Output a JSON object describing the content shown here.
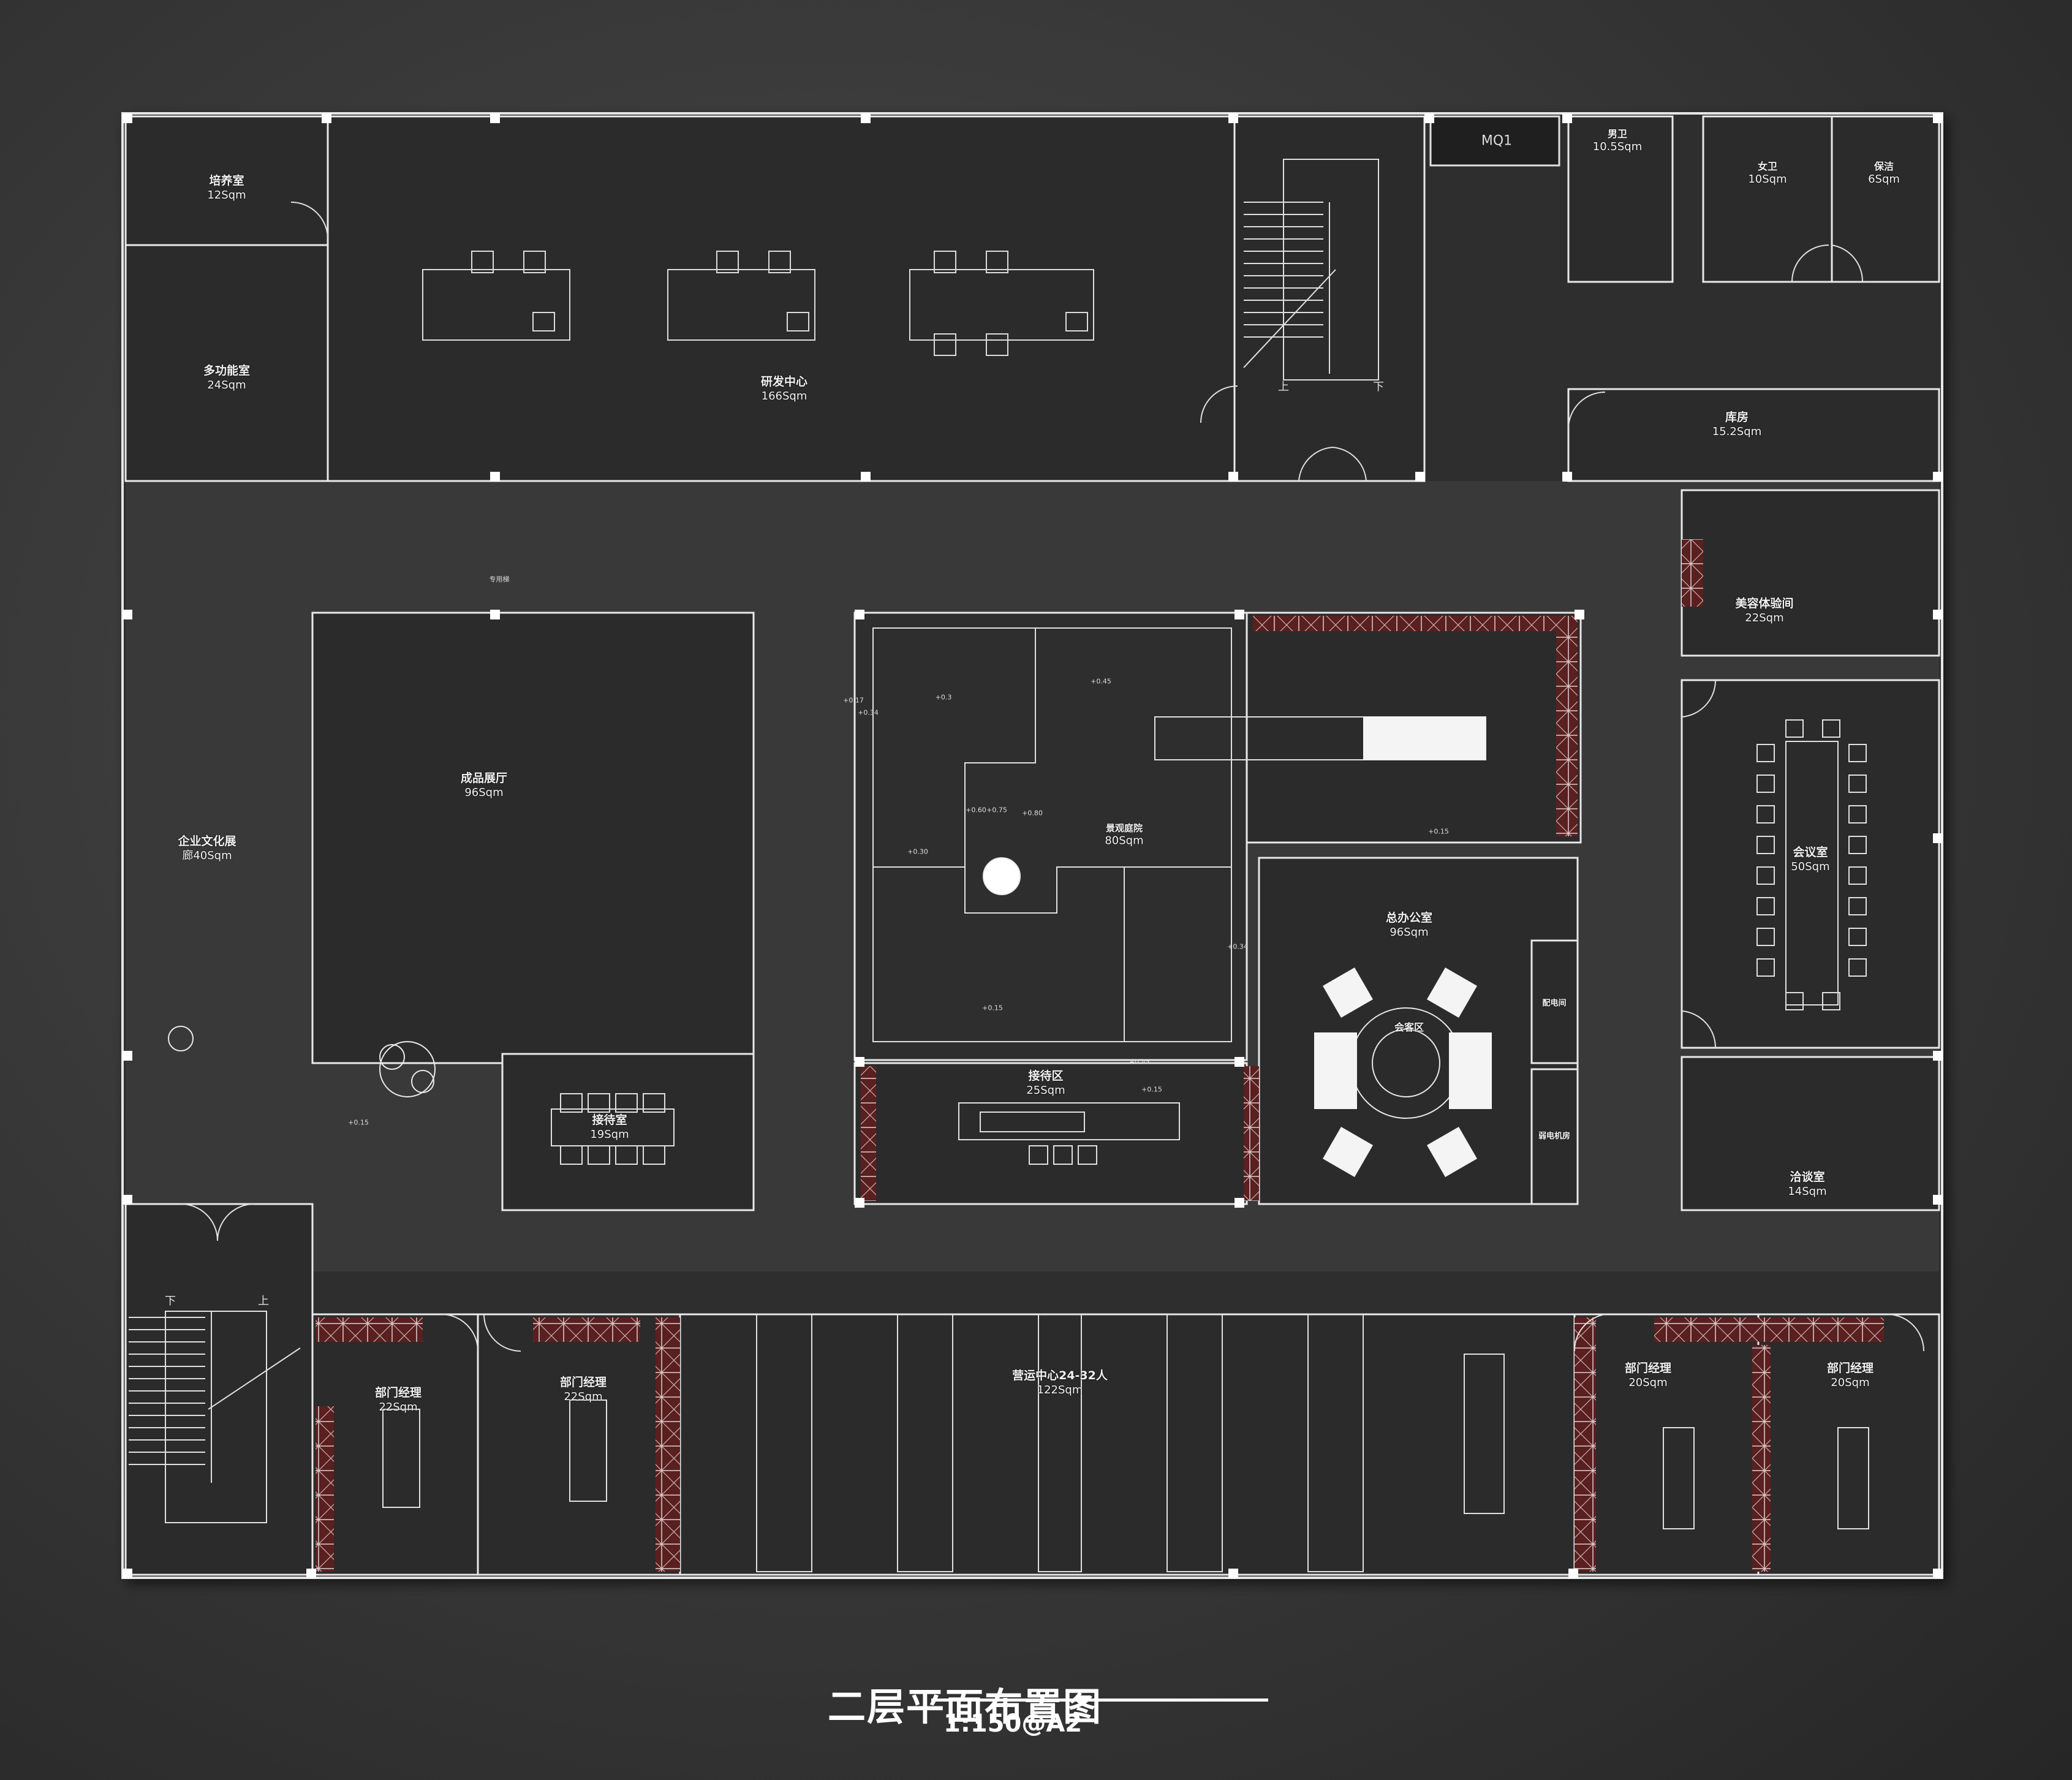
{
  "drawing": {
    "title": "二层平面布置图",
    "scale": "1:150@A2",
    "door_code": "MQ1"
  },
  "rooms": [
    {
      "id": "training",
      "name": "培养室",
      "area": "12Sqm"
    },
    {
      "id": "multifunction",
      "name": "多功能室",
      "area": "24Sqm"
    },
    {
      "id": "rnd",
      "name": "研发中心",
      "area": "166Sqm"
    },
    {
      "id": "male-wc",
      "name": "男卫",
      "area": "10.5Sqm"
    },
    {
      "id": "female-wc",
      "name": "女卫",
      "area": "10Sqm"
    },
    {
      "id": "cleaning",
      "name": "保洁",
      "area": "6Sqm"
    },
    {
      "id": "storage",
      "name": "库房",
      "area": "15.2Sqm"
    },
    {
      "id": "beauty",
      "name": "美容体验间",
      "area": "22Sqm"
    },
    {
      "id": "culture",
      "name": "企业文化展",
      "area2": "廊40Sqm"
    },
    {
      "id": "showroom",
      "name": "成品展厅",
      "area": "96Sqm"
    },
    {
      "id": "courtyard",
      "name": "景观庭院",
      "area": "80Sqm"
    },
    {
      "id": "meeting",
      "name": "会议室",
      "area": "50Sqm"
    },
    {
      "id": "gm-office",
      "name": "总办公室",
      "area": "96Sqm"
    },
    {
      "id": "lounge",
      "name": "会客区",
      "area": ""
    },
    {
      "id": "reception-room",
      "name": "接待室",
      "area": "19Sqm"
    },
    {
      "id": "reception-area",
      "name": "接待区",
      "area": "25Sqm"
    },
    {
      "id": "electric",
      "name": "配电间",
      "area": ""
    },
    {
      "id": "weak-electric",
      "name": "弱电机房",
      "area": ""
    },
    {
      "id": "negotiation",
      "name": "洽谈室",
      "area": "14Sqm"
    },
    {
      "id": "mgr-1",
      "name": "部门经理",
      "area": "22Sqm"
    },
    {
      "id": "mgr-2",
      "name": "部门经理",
      "area": "22Sqm"
    },
    {
      "id": "ops",
      "name": "营运中心24-32人",
      "area": "122Sqm"
    },
    {
      "id": "mgr-3",
      "name": "部门经理",
      "area": "20Sqm"
    },
    {
      "id": "mgr-4",
      "name": "部门经理",
      "area": "20Sqm"
    }
  ],
  "levels": [
    "+0.15",
    "+0.3",
    "+0.45",
    "+0.17",
    "+0.34",
    "+0.60",
    "+0.75",
    "+0.80",
    "+0.30",
    "+0.15",
    "+0.45",
    "+0.34",
    "+0.15",
    "+0.15"
  ],
  "stairs": [
    "上",
    "下",
    "上",
    "下"
  ],
  "annotations": [
    "专用梯"
  ],
  "colors": {
    "background": "#3a3a3a",
    "line": "#e8e8e8",
    "fill": "#2a2a2a",
    "cabinet": "#6b2424"
  }
}
